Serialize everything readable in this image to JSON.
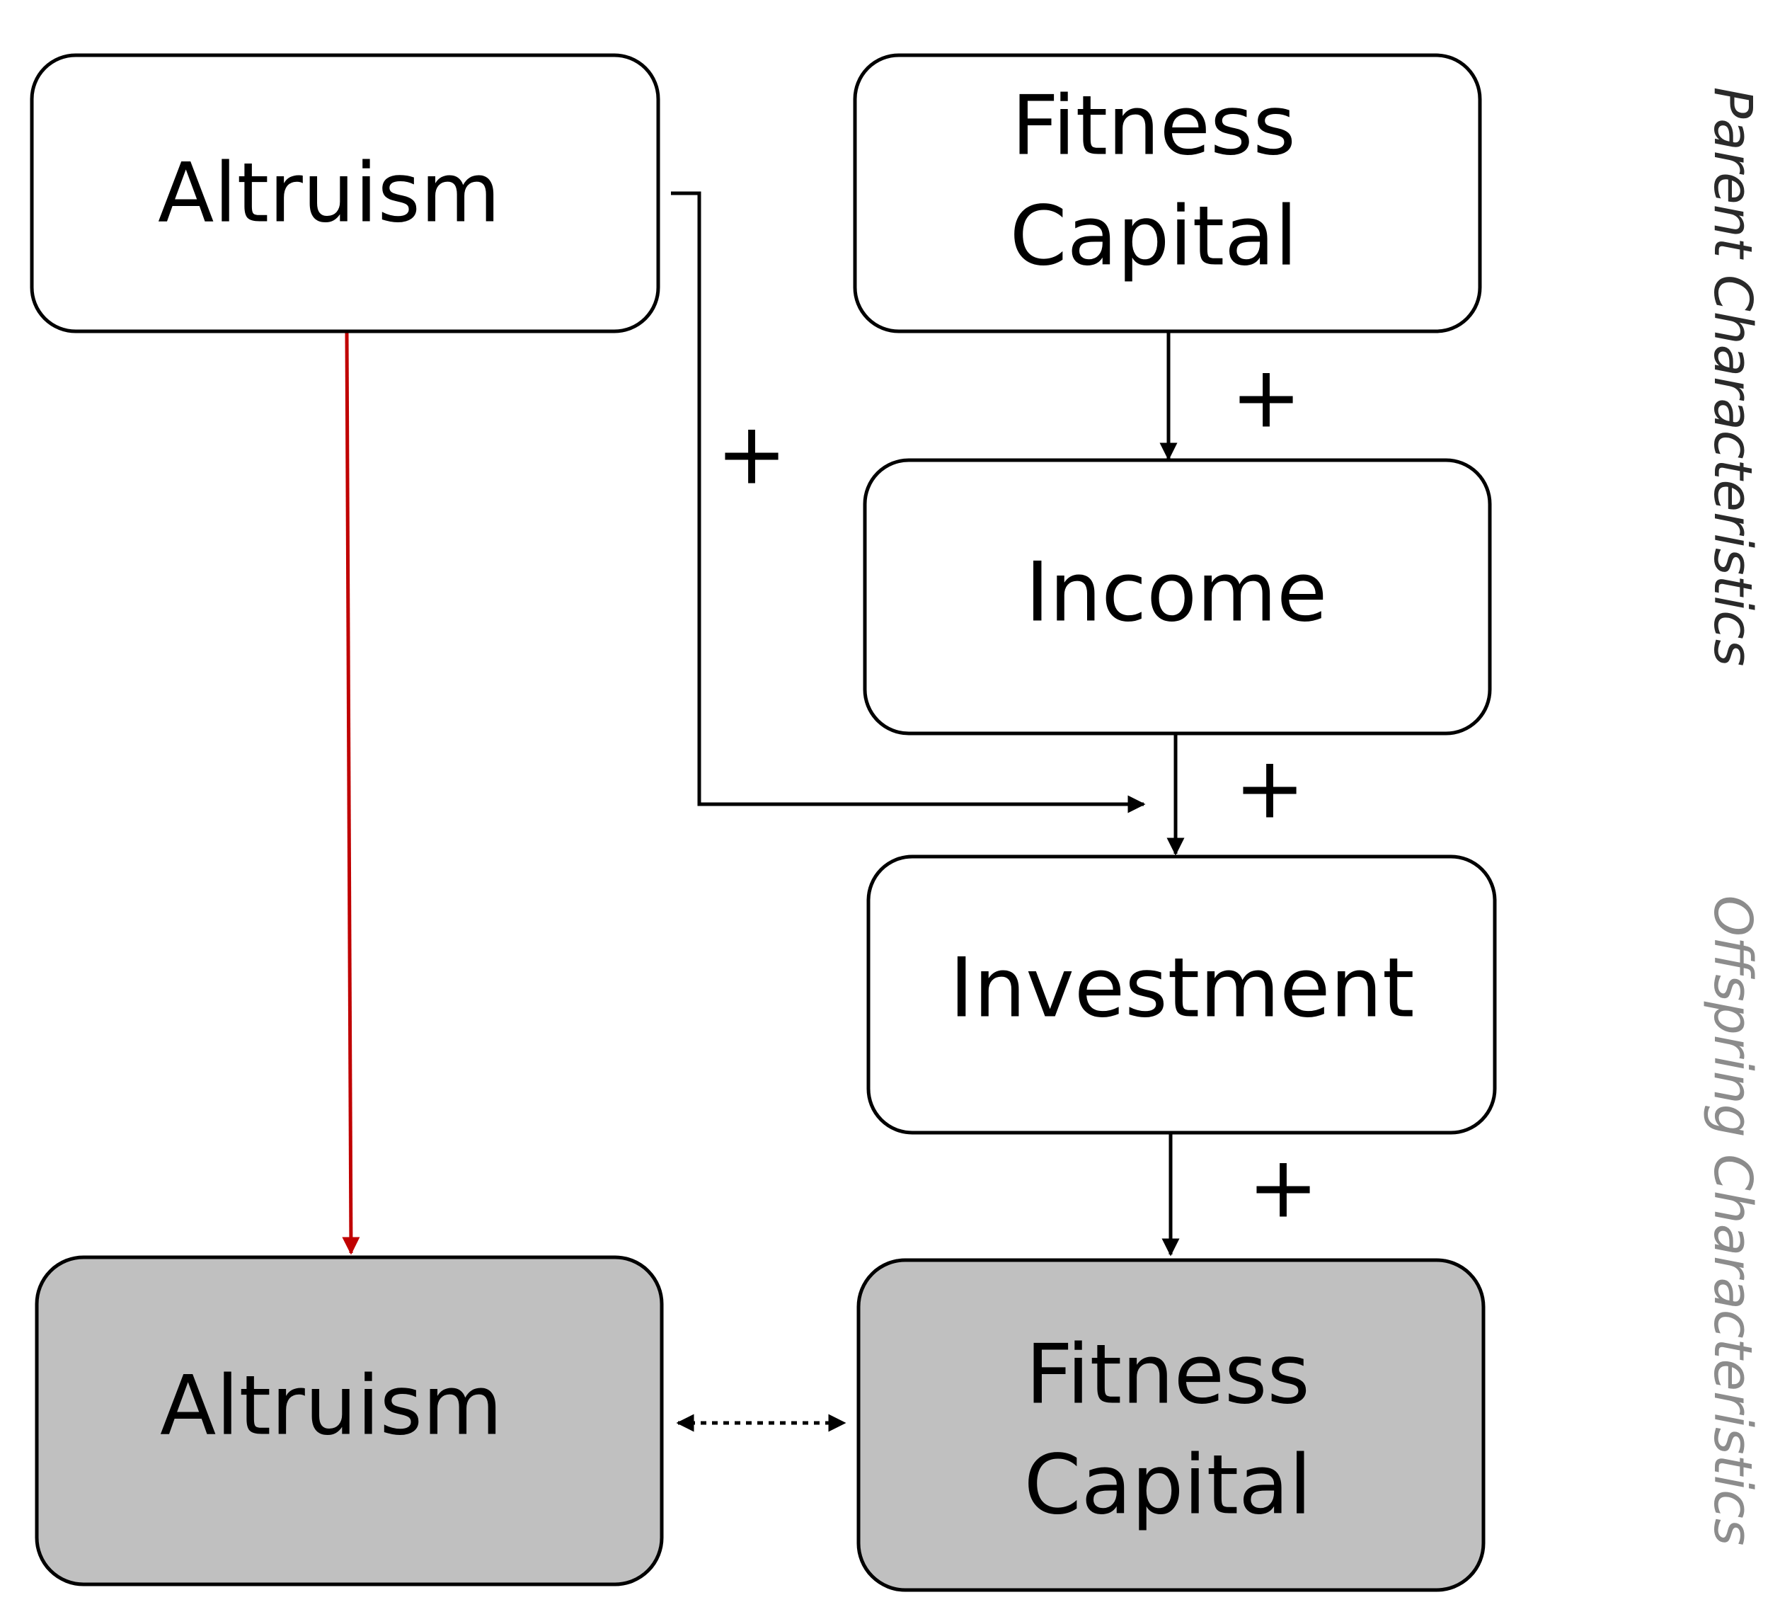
{
  "colors": {
    "parent_fill": "#ffffff",
    "offspring_fill": "#c0c0c0",
    "border": "#000000",
    "red_arrow": "#c00000",
    "parent_side_label": "#2a2a2a",
    "offspring_side_label": "#8c8c8c"
  },
  "nodes": {
    "parent_altruism": {
      "lines": [
        "Altruism"
      ]
    },
    "parent_fitness": {
      "lines": [
        "Fitness",
        "Capital"
      ]
    },
    "income": {
      "lines": [
        "Income"
      ]
    },
    "investment": {
      "lines": [
        "Investment"
      ]
    },
    "offspring_altruism": {
      "lines": [
        "Altruism"
      ]
    },
    "offspring_fitness": {
      "lines": [
        "Fitness",
        "Capital"
      ]
    }
  },
  "edges": {
    "altruism_to_investment_sign": "+",
    "fitness_to_income_sign": "+",
    "income_to_investment_sign": "+",
    "investment_to_fitness_sign": "+"
  },
  "side_labels": {
    "parent": "Parent Characteristics",
    "offspring": "Offspring Characteristics"
  }
}
